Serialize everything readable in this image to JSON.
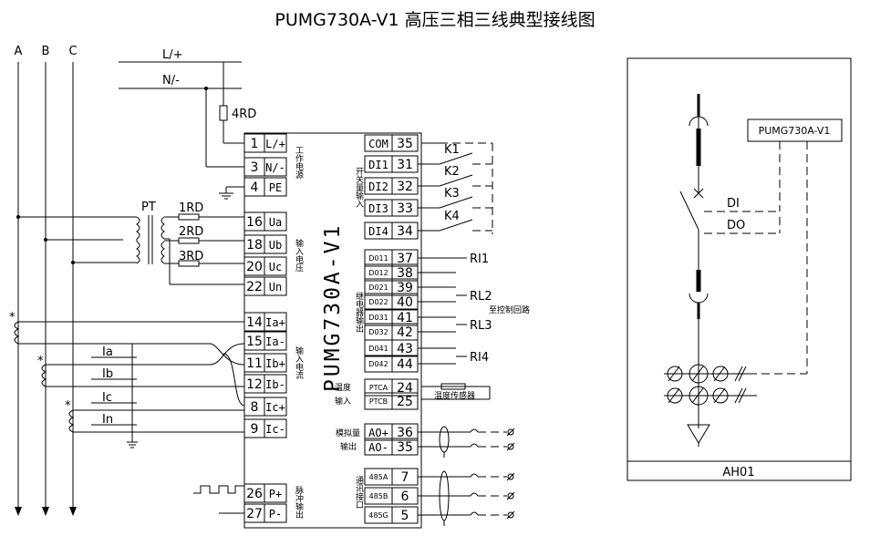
{
  "title": "PUMG730A-V1 高压三相三线典型接线图",
  "device_name": "PUMG730A-V1",
  "bus": {
    "a": "A",
    "b": "B",
    "c": "C"
  },
  "supply": {
    "l": "L/+",
    "n": "N/-",
    "fuse4": "4RD"
  },
  "pt": {
    "label": "PT",
    "rd1": "1RD",
    "rd2": "2RD",
    "rd3": "3RD"
  },
  "ct": {
    "ia": "Ia",
    "ib": "Ib",
    "ic": "Ic",
    "in": "In"
  },
  "left_terminals": [
    {
      "num": "1",
      "name": "L/+"
    },
    {
      "num": "3",
      "name": "N/-"
    },
    {
      "num": "4",
      "name": "PE"
    },
    {
      "num": "16",
      "name": "Ua"
    },
    {
      "num": "18",
      "name": "Ub"
    },
    {
      "num": "20",
      "name": "Uc"
    },
    {
      "num": "22",
      "name": "Un"
    },
    {
      "num": "14",
      "name": "Ia+"
    },
    {
      "num": "15",
      "name": "Ia-"
    },
    {
      "num": "11",
      "name": "Ib+"
    },
    {
      "num": "12",
      "name": "Ib-"
    },
    {
      "num": "8",
      "name": "Ic+"
    },
    {
      "num": "9",
      "name": "Ic-"
    },
    {
      "num": "26",
      "name": "P+"
    },
    {
      "num": "27",
      "name": "P-"
    }
  ],
  "right_terminals": [
    {
      "name": "COM",
      "num": "35"
    },
    {
      "name": "DI1",
      "num": "31"
    },
    {
      "name": "DI2",
      "num": "32"
    },
    {
      "name": "DI3",
      "num": "33"
    },
    {
      "name": "DI4",
      "num": "34"
    },
    {
      "name": "D011",
      "num": "37"
    },
    {
      "name": "D012",
      "num": "38"
    },
    {
      "name": "D021",
      "num": "39"
    },
    {
      "name": "D022",
      "num": "40"
    },
    {
      "name": "D031",
      "num": "41"
    },
    {
      "name": "D032",
      "num": "42"
    },
    {
      "name": "D041",
      "num": "43"
    },
    {
      "name": "D042",
      "num": "44"
    },
    {
      "name": "PTCA",
      "num": "24"
    },
    {
      "name": "PTCB",
      "num": "25"
    },
    {
      "name": "AO+",
      "num": "36"
    },
    {
      "name": "AO-",
      "num": "35"
    },
    {
      "name": "485A",
      "num": "7"
    },
    {
      "name": "485B",
      "num": "6"
    },
    {
      "name": "485G",
      "num": "5"
    }
  ],
  "side_labels": {
    "power": "工作电源",
    "voltage": "输入电压",
    "current": "输入电流",
    "pulse": "脉冲输出",
    "switch": "开关量输入",
    "relay": "继电器输出",
    "temp": "温度",
    "temp_in": "输入",
    "analog": "模拟量",
    "analog_out": "输出",
    "comm": "通讯接口"
  },
  "k_labels": [
    "K1",
    "K2",
    "K3",
    "K4"
  ],
  "relay_labels": {
    "r1": "RI1",
    "r2": "RL2",
    "r3": "RL3",
    "r4": "RI4",
    "ctrl": "至控制回路"
  },
  "temp_sensor": "温度传感器",
  "panel": {
    "meter": "PUMG730A-V1",
    "di": "DI",
    "do": "DO",
    "cabinet": "AH01"
  }
}
